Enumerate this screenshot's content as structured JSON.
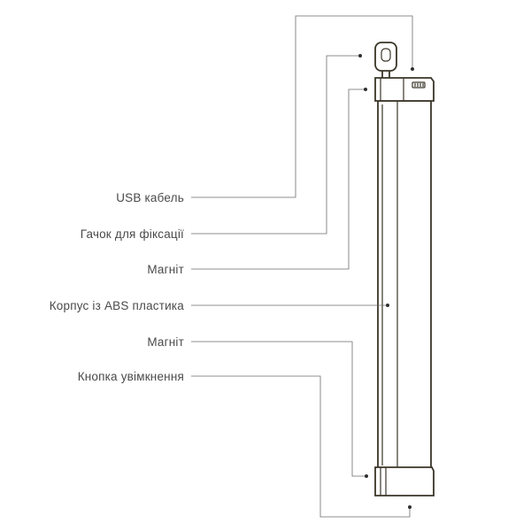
{
  "callouts": [
    {
      "id": "usb-cable",
      "text": "USB кабель"
    },
    {
      "id": "hook",
      "text": "Гачок для фіксації"
    },
    {
      "id": "magnet-top",
      "text": "Магніт"
    },
    {
      "id": "abs-body",
      "text": "Корпус із ABS пластика"
    },
    {
      "id": "magnet-bottom",
      "text": "Магніт"
    },
    {
      "id": "power-button",
      "text": "Кнопка увімкнення"
    }
  ],
  "colors": {
    "product_outline": "#3a3528",
    "leader_line": "#6b6b6b",
    "label_text": "#4a4a4a",
    "background": "#ffffff"
  }
}
